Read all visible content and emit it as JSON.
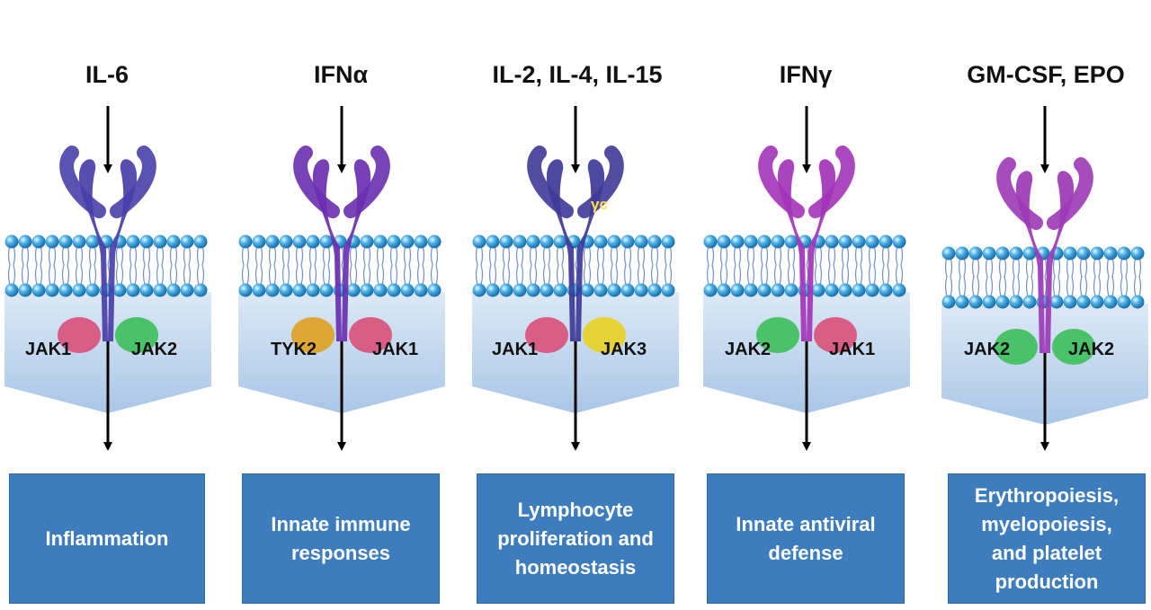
{
  "panels": [
    {
      "cytokine": "IL-6",
      "jak_left": "JAK1",
      "jak_right": "JAK2",
      "outcome_lines": [
        "Inflammation"
      ],
      "receptor_color": "#4a3fa8",
      "jak_left_color": "#d9507a",
      "jak_right_color": "#3bbf5a"
    },
    {
      "cytokine": "IFNα",
      "jak_left": "TYK2",
      "jak_right": "JAK1",
      "outcome_lines": [
        "Innate immune",
        "responses"
      ],
      "receptor_color": "#6a2fb0",
      "jak_left_color": "#e0a020",
      "jak_right_color": "#d9507a"
    },
    {
      "cytokine": "IL-2, IL-4, IL-15",
      "jak_left": "JAK1",
      "jak_right": "JAK3",
      "receptor_label": "γc",
      "outcome_lines": [
        "Lymphocyte",
        "proliferation and",
        "homeostasis"
      ],
      "receptor_color": "#3f3a98",
      "jak_left_color": "#d9507a",
      "jak_right_color": "#e8d020"
    },
    {
      "cytokine": "IFNγ",
      "jak_left": "JAK2",
      "jak_right": "JAK1",
      "outcome_lines": [
        "Innate antiviral",
        "defense"
      ],
      "receptor_color": "#a334b8",
      "jak_left_color": "#3bbf5a",
      "jak_right_color": "#d9507a"
    },
    {
      "cytokine": "GM-CSF, EPO",
      "jak_left": "JAK2",
      "jak_right": "JAK2",
      "outcome_lines": [
        "Erythropoiesis,",
        "myelopoiesis,",
        "and platelet",
        "production"
      ],
      "receptor_color": "#9c3ab6",
      "jak_left_color": "#3bbf5a",
      "jak_right_color": "#3bbf5a"
    }
  ],
  "colors": {
    "outcome_box": "#3e7dbd",
    "membrane_bead": "#3fa9e0",
    "arrow": "#000000"
  }
}
